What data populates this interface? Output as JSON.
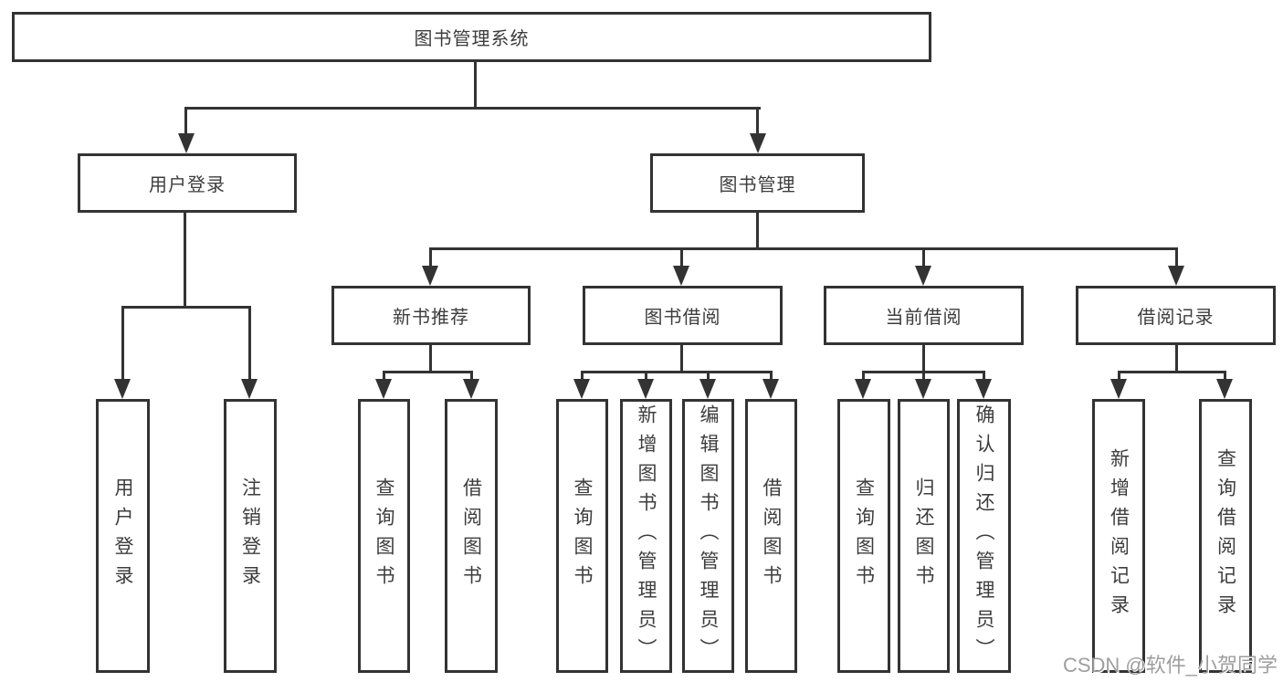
{
  "tree": {
    "root": {
      "label": "图书管理系统",
      "children": [
        {
          "label": "用户登录",
          "children": [
            {
              "label": "用户登录"
            },
            {
              "label": "注销登录"
            }
          ]
        },
        {
          "label": "图书管理",
          "children": [
            {
              "label": "新书推荐",
              "children": [
                {
                  "label": "查询图书"
                },
                {
                  "label": "借阅图书"
                }
              ]
            },
            {
              "label": "图书借阅",
              "children": [
                {
                  "label": "查询图书"
                },
                {
                  "label": "新增图书（管理员）"
                },
                {
                  "label": "编辑图书（管理员）"
                },
                {
                  "label": "借阅图书"
                }
              ]
            },
            {
              "label": "当前借阅",
              "children": [
                {
                  "label": "查询图书"
                },
                {
                  "label": "归还图书"
                },
                {
                  "label": "确认归还（管理员）"
                }
              ]
            },
            {
              "label": "借阅记录",
              "children": [
                {
                  "label": "新增借阅记录"
                },
                {
                  "label": "查询借阅记录"
                }
              ]
            }
          ]
        }
      ]
    }
  },
  "watermark": {
    "text": "CSDN @软件_小贺同学"
  },
  "colors": {
    "line": "#333333",
    "box_border": "#333333",
    "box_fill": "#ffffff",
    "text": "#3d3d3d",
    "watermark": "#9e9e9e",
    "background": "#ffffff"
  }
}
